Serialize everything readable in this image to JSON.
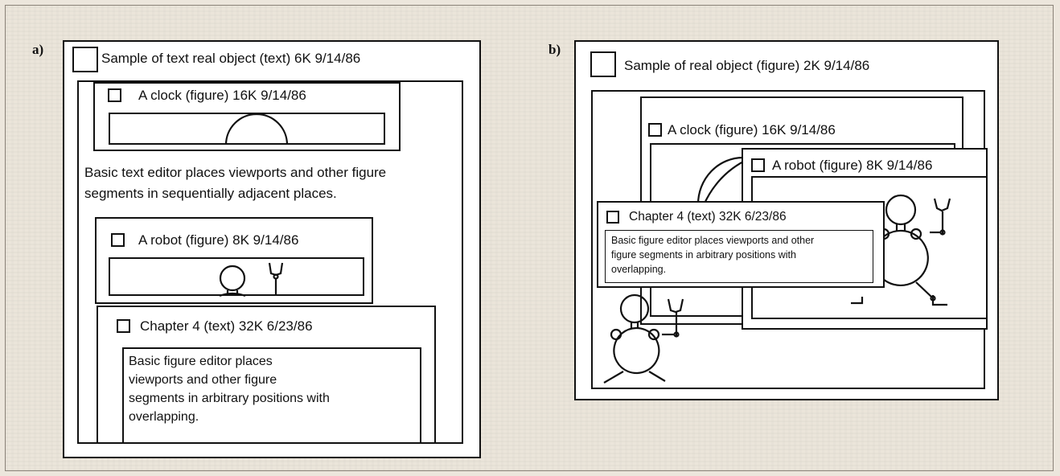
{
  "panel_a": {
    "label": "a)",
    "outer_title": "Sample of text real object (text) 6K 9/14/86",
    "clock_title": "A clock (figure) 16K 9/14/86",
    "body_text_line1": "Basic text editor places viewports and other figure",
    "body_text_line2": "segments in sequentially adjacent places.",
    "robot_title": "A robot (figure) 8K 9/14/86",
    "chapter_title": "Chapter 4 (text) 32K 6/23/86",
    "chapter_text_line1": "Basic figure editor places",
    "chapter_text_line2": " viewports and other figure",
    "chapter_text_line3": "segments in arbitrary positions with",
    "chapter_text_line4": "overlapping."
  },
  "panel_b": {
    "label": "b)",
    "outer_title": "Sample of real object (figure) 2K 9/14/86",
    "clock_title": "A clock (figure) 16K 9/14/86",
    "robot_title": "A robot (figure) 8K 9/14/86",
    "chapter_title": "Chapter 4 (text) 32K 6/23/86",
    "chapter_text_line1": "Basic figure editor places viewports and other",
    "chapter_text_line2": "figure segments in arbitrary positions with",
    "chapter_text_line3": "overlapping."
  }
}
